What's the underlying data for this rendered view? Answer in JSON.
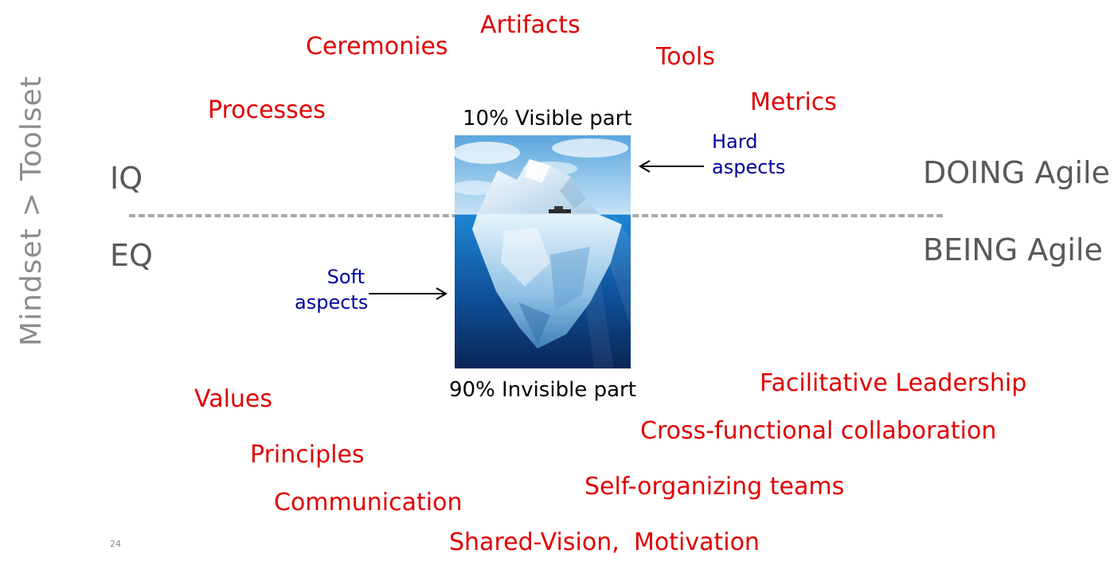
{
  "side_label": {
    "mindset": "Mindset",
    "op": ">",
    "toolset": "Toolset"
  },
  "quotients": {
    "iq": "IQ",
    "eq": "EQ"
  },
  "modes": {
    "doing": "DOING Agile",
    "being": "BEING Agile"
  },
  "iceberg": {
    "visible": "10% Visible part",
    "invisible": "90% Invisible part"
  },
  "aspects": {
    "hard": [
      "Hard",
      "aspects"
    ],
    "soft": [
      "Soft",
      "aspects"
    ]
  },
  "hard_items": {
    "artifacts": "Artifacts",
    "ceremonies": "Ceremonies",
    "tools": "Tools",
    "processes": "Processes",
    "metrics": "Metrics"
  },
  "soft_items": {
    "facilitative_leadership": "Facilitative  Leadership",
    "values": "Values",
    "cross_functional": "Cross-functional  collaboration",
    "principles": "Principles",
    "self_organizing": "Self-organizing  teams",
    "communication": "Communication",
    "shared_vision": "Shared-Vision,",
    "motivation": "Motivation"
  },
  "slide_number": "24",
  "colors": {
    "item_red": "#e00000",
    "aspect_blue": "#00009c",
    "label_gray": "#595959",
    "dash_gray": "#a8a8a8"
  },
  "icons": [
    "iceberg-illustration",
    "boat-icon",
    "arrow-left-icon",
    "arrow-right-icon"
  ]
}
